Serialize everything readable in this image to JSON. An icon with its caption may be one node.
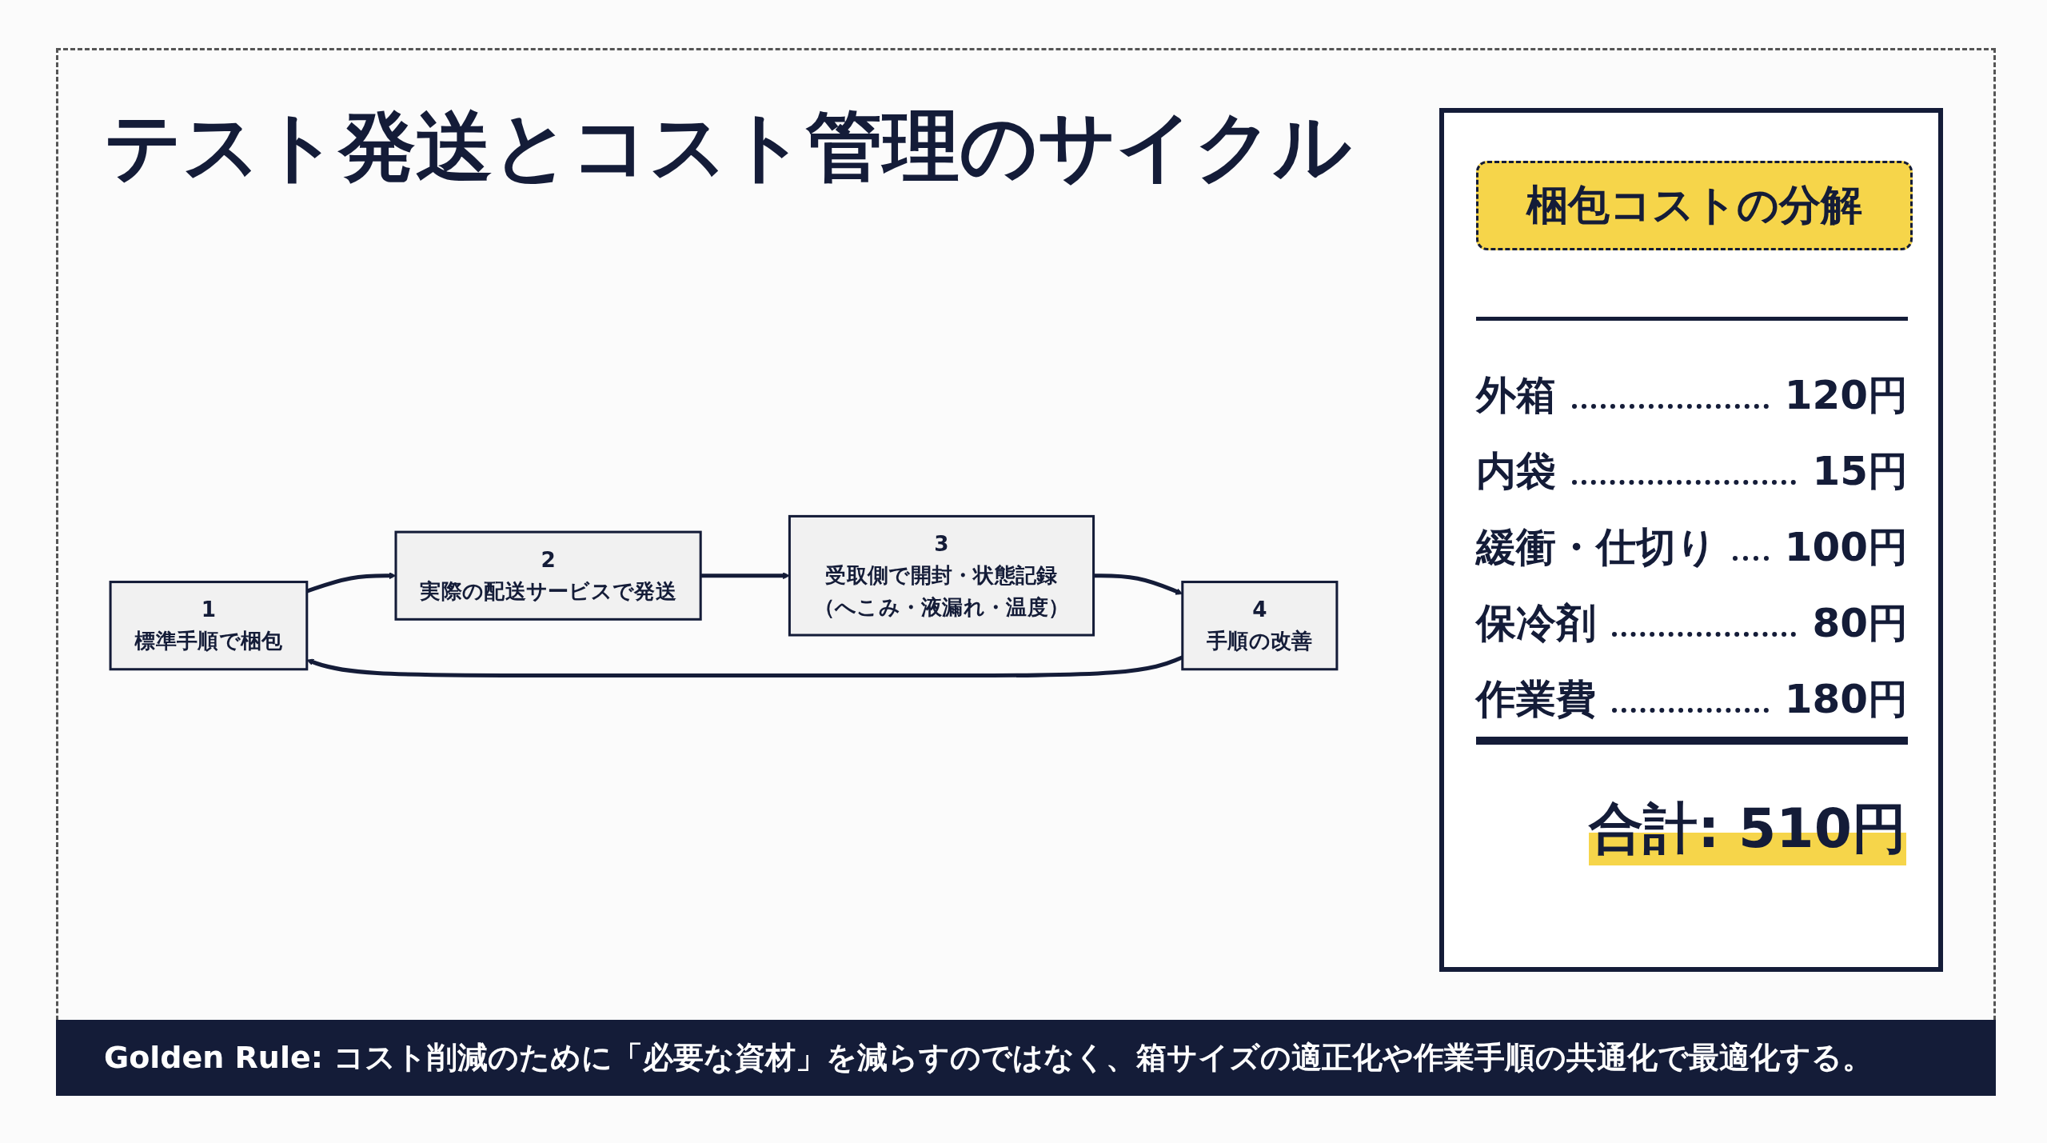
{
  "diagram": {
    "title": "テスト発送とコスト管理のサイクル",
    "nodes": [
      {
        "text": [
          "1",
          "標準手順で梱包"
        ]
      },
      {
        "text": [
          "2",
          "実際の配送サービスで発送"
        ]
      },
      {
        "text": [
          "3",
          "受取側で開封・状態記録",
          "（へこみ・液漏れ・温度）"
        ]
      },
      {
        "text": [
          "4",
          "手順の改善"
        ]
      }
    ],
    "edges": [
      {
        "from": 0,
        "to": 1,
        "arrow": "to"
      },
      {
        "from": 1,
        "to": 2,
        "arrow": "to"
      },
      {
        "from": 2,
        "to": 3,
        "arrow": "to"
      },
      {
        "from": 3,
        "to": 0,
        "arrow": "to"
      }
    ],
    "labels": [
      "梱包コストの分解",
      "外箱",
      "120円",
      "内袋",
      "15円",
      "緩衝・仕切り",
      "100円",
      "保冷剤",
      "80円",
      "作業費",
      "180円",
      "合計: 510円"
    ],
    "caption": "Golden Rule: コスト削減のために「必要な資材」を減らすのではなく、箱サイズの適正化や作業手順の共通化で最適化する。"
  }
}
